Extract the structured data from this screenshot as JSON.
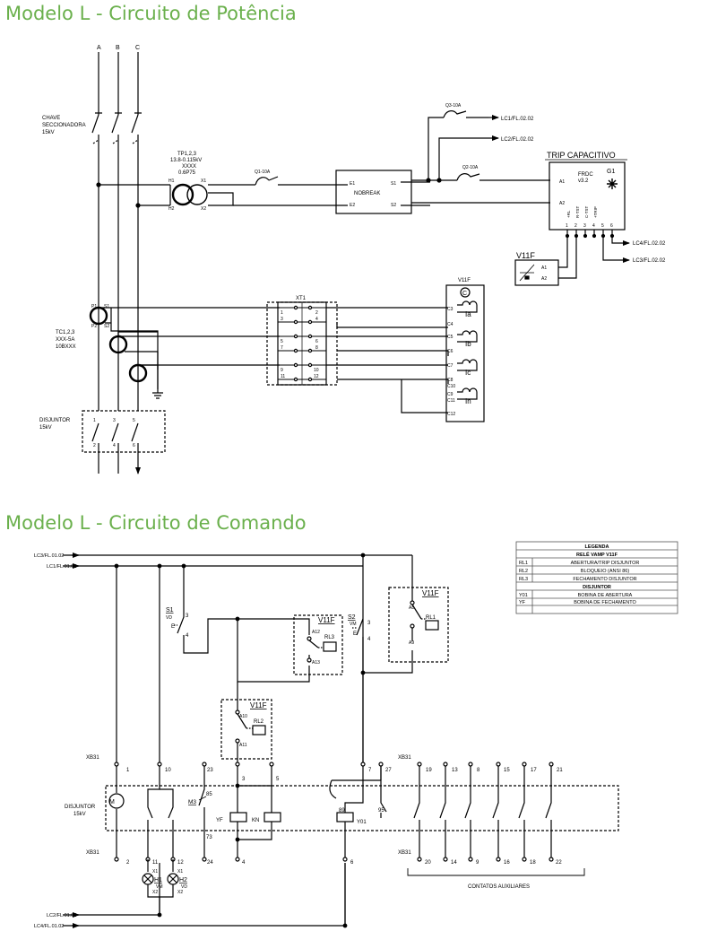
{
  "titles": {
    "power": "Modelo L - Circuito de Potência",
    "command": "Modelo L - Circuito de Comando"
  },
  "power": {
    "phases": [
      "A",
      "B",
      "C"
    ],
    "chave": [
      "CHAVE",
      "SECCIONADORA",
      "15kV"
    ],
    "tp": [
      "TP1,2,3",
      "13.8-0.115kV",
      "XXXX",
      "0.6P75"
    ],
    "tp_terms": [
      "H1",
      "X1",
      "H2",
      "X2"
    ],
    "q1": "Q1-10A",
    "q2": "Q2-10A",
    "q3": "Q3-10A",
    "nobreak": "NOBREAK",
    "nb_terms": [
      "E1",
      "E2",
      "S1",
      "S2"
    ],
    "lc1": "LC1/FL.02.02",
    "lc2": "LC2/FL.02.02",
    "lc3": "LC3/FL.02.02",
    "lc4": "LC4/FL.02.02",
    "trip_title": "TRIP  CAPACITIVO",
    "frdc": [
      "FRDC",
      "v3.2"
    ],
    "g1": "G1",
    "trip_inputs": [
      "A1",
      "A2"
    ],
    "trip_pins": [
      "+RL",
      "R-TST",
      "C-TST",
      "+TRIP"
    ],
    "trip_nums": [
      "1",
      "2",
      "3",
      "4",
      "5",
      "6"
    ],
    "v11f": "V11F",
    "v11f_small": [
      "A1",
      "A2"
    ],
    "tc": [
      "TC1,2,3",
      "XXX-5A",
      "10BXXX"
    ],
    "tc_terms": [
      "P1",
      "S1",
      "P2",
      "S2"
    ],
    "xt1": "XT1",
    "xt_nums": [
      "1",
      "2",
      "3",
      "4",
      "5",
      "6",
      "7",
      "8",
      "9",
      "10",
      "11",
      "12"
    ],
    "relay_title": "V11F",
    "relay_c": "C",
    "relay_terms": [
      "C3",
      "C4",
      "C5",
      "C6",
      "C7",
      "C8",
      "C9",
      "C10",
      "C11",
      "C12"
    ],
    "relay_coils": [
      "Ia",
      "Ib",
      "Ic",
      "In"
    ],
    "disjuntor": [
      "DISJUNTOR",
      "15kV"
    ],
    "dj_top": [
      "1",
      "3",
      "5"
    ],
    "dj_bot": [
      "2",
      "4",
      "6"
    ]
  },
  "command": {
    "lc3": "LC3/FL.01.02",
    "lc1": "LC1/FL.01.02",
    "lc2": "LC2/FL.01.02",
    "lc4": "LC4/FL.01.02",
    "s1": "S1",
    "s1_sub": "VD",
    "s2": "S2",
    "s2_sub": "VM",
    "e": "E",
    "v11f": "V11F",
    "rl1": "RL1",
    "rl2": "RL2",
    "rl3": "RL3",
    "a_terms": [
      "A12",
      "A13",
      "A10",
      "A11",
      "A8",
      "A9"
    ],
    "sw_nums": [
      "3",
      "4",
      "3",
      "4"
    ],
    "xb31": "XB31",
    "top_nums": [
      "1",
      "10",
      "23",
      "3",
      "5",
      "7",
      "27",
      "19",
      "13",
      "8",
      "15",
      "17",
      "21"
    ],
    "bot_nums": [
      "2",
      "11",
      "12",
      "24",
      "4",
      "6",
      "20",
      "14",
      "9",
      "16",
      "18",
      "22"
    ],
    "mid_nums": [
      "85",
      "73",
      "89",
      "95"
    ],
    "disjuntor": [
      "DISJUNTOR",
      "15kV"
    ],
    "m": "M",
    "m3": "M3",
    "yf": "YF",
    "kn": "KN",
    "y01": "Y01",
    "h1": "H1",
    "h1_sub": "VM",
    "h2": "H2",
    "h2_sub": "VD",
    "x1": "X1",
    "x2": "X2",
    "contatos": "CONTATOS  AUXILIARES"
  },
  "legend": {
    "title": "LEGENDA",
    "section1": "RELÉ VAMP V11F",
    "rows1": [
      {
        "code": "RL1",
        "desc": "ABERTURA/TRIP DISJUNTOR"
      },
      {
        "code": "RL2",
        "desc": "BLOQUEIO (ANSI 86)"
      },
      {
        "code": "RL3",
        "desc": "FECHAMENTO DISJUNTOR"
      }
    ],
    "section2": "DISJUNTOR",
    "rows2": [
      {
        "code": "Y01",
        "desc": "BOBINA DE ABERTURA"
      },
      {
        "code": "YF",
        "desc": "BOBINA DE FECHAMENTO"
      }
    ]
  }
}
